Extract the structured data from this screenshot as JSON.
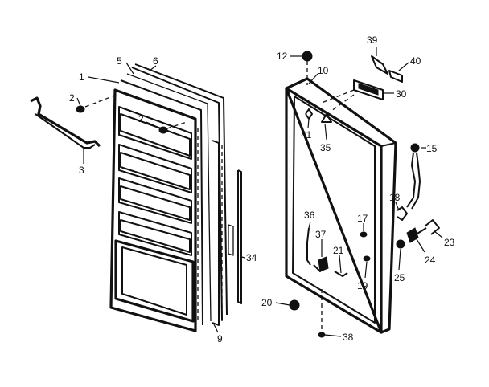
{
  "labels": {
    "p1": "1",
    "p2a": "2",
    "p2b": "2",
    "p3": "3",
    "p5": "5",
    "p6": "6",
    "p9": "9",
    "p10": "10",
    "p12": "12",
    "p15": "15",
    "p17": "17",
    "p18": "18",
    "p19": "19",
    "p20": "20",
    "p21": "21",
    "p23": "23",
    "p24": "24",
    "p25": "25",
    "p30": "30",
    "p34": "34",
    "p35": "35",
    "p36": "36",
    "p37": "37",
    "p38": "38",
    "p39": "39",
    "p40": "40",
    "p41": "41"
  }
}
